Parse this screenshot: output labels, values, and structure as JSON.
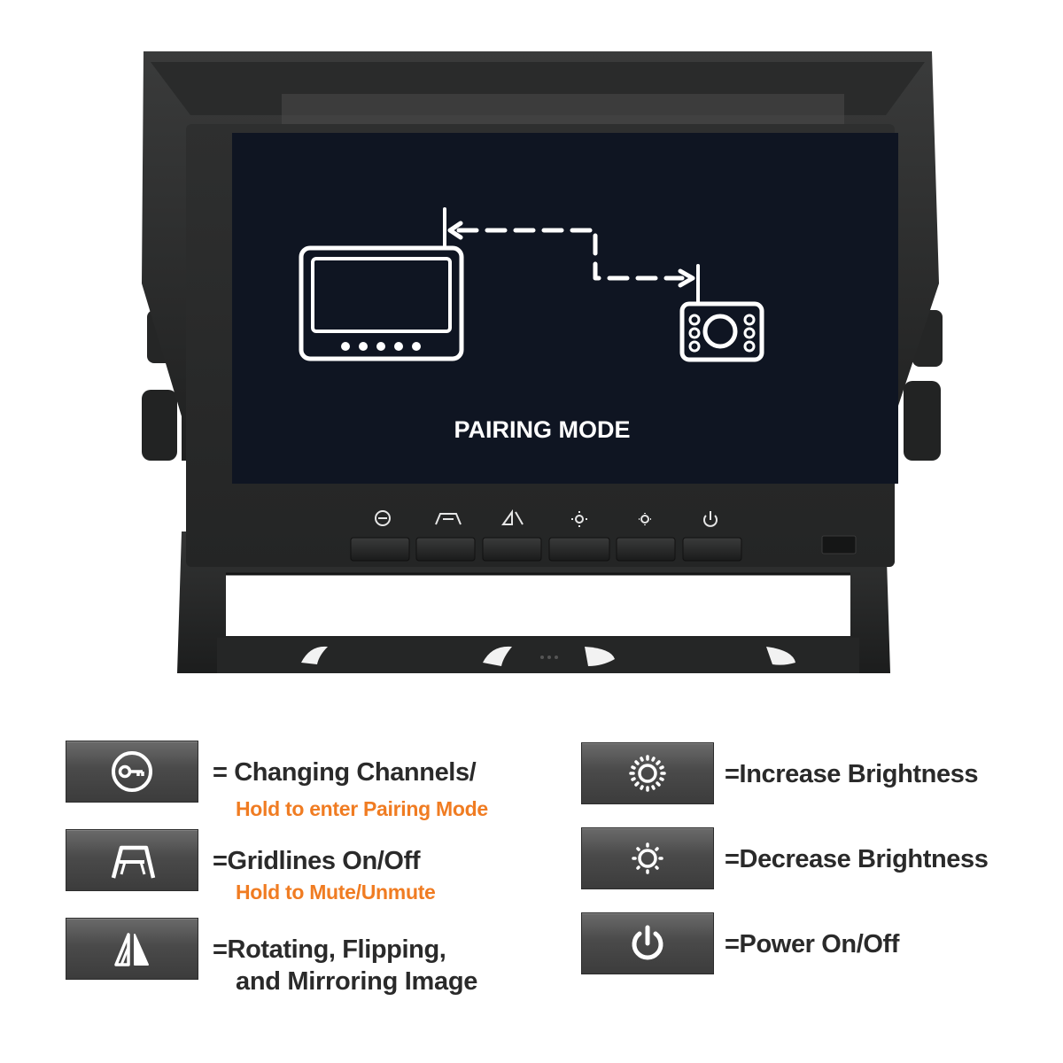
{
  "screen": {
    "title": "PAIRING MODE"
  },
  "legend": {
    "items": [
      {
        "icon": "channel-key-icon",
        "label": "= Changing Channels/",
        "sub": "Hold to enter Pairing Mode"
      },
      {
        "icon": "gridlines-icon",
        "label": "=Gridlines On/Off",
        "sub": "Hold to Mute/Unmute"
      },
      {
        "icon": "mirror-icon",
        "label": "=Rotating, Flipping,",
        "sub2": "and Mirroring Image"
      },
      {
        "icon": "brightness-up-icon",
        "label": "=Increase Brightness"
      },
      {
        "icon": "brightness-down-icon",
        "label": "=Decrease Brightness"
      },
      {
        "icon": "power-icon",
        "label": "=Power On/Off"
      }
    ]
  },
  "colors": {
    "accent": "#f07c22",
    "screen": "#0f1522",
    "bezel": "#2b2c2c",
    "key": "#4a4a4a"
  }
}
